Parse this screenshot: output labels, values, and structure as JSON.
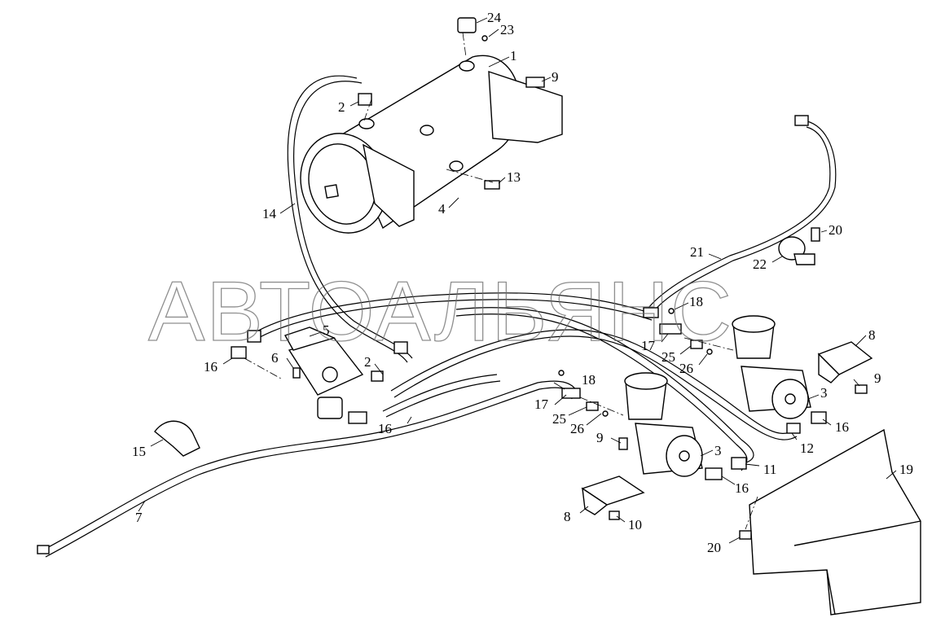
{
  "watermark": "АВТОАЛЬЯНС",
  "callouts": [
    {
      "id": "c24",
      "label": "24"
    },
    {
      "id": "c23",
      "label": "23"
    },
    {
      "id": "c1",
      "label": "1"
    },
    {
      "id": "c9a",
      "label": "9"
    },
    {
      "id": "c2a",
      "label": "2"
    },
    {
      "id": "c13",
      "label": "13"
    },
    {
      "id": "c14",
      "label": "14"
    },
    {
      "id": "c4",
      "label": "4"
    },
    {
      "id": "c20a",
      "label": "20"
    },
    {
      "id": "c21",
      "label": "21"
    },
    {
      "id": "c22",
      "label": "22"
    },
    {
      "id": "c5",
      "label": "5"
    },
    {
      "id": "c18a",
      "label": "18"
    },
    {
      "id": "c6",
      "label": "6"
    },
    {
      "id": "c16a",
      "label": "16"
    },
    {
      "id": "c2b",
      "label": "2"
    },
    {
      "id": "c17a",
      "label": "17"
    },
    {
      "id": "c25a",
      "label": "25"
    },
    {
      "id": "c26a",
      "label": "26"
    },
    {
      "id": "c8a",
      "label": "8"
    },
    {
      "id": "c9b",
      "label": "9"
    },
    {
      "id": "c3a",
      "label": "3"
    },
    {
      "id": "c16b",
      "label": "16"
    },
    {
      "id": "c18b",
      "label": "18"
    },
    {
      "id": "c17b",
      "label": "17"
    },
    {
      "id": "c25b",
      "label": "25"
    },
    {
      "id": "c26b",
      "label": "26"
    },
    {
      "id": "c16c",
      "label": "16"
    },
    {
      "id": "c12",
      "label": "12"
    },
    {
      "id": "c9c",
      "label": "9"
    },
    {
      "id": "c3b",
      "label": "3"
    },
    {
      "id": "c15",
      "label": "15"
    },
    {
      "id": "c11",
      "label": "11"
    },
    {
      "id": "c19",
      "label": "19"
    },
    {
      "id": "c16d",
      "label": "16"
    },
    {
      "id": "c7",
      "label": "7"
    },
    {
      "id": "c8b",
      "label": "8"
    },
    {
      "id": "c10",
      "label": "10"
    },
    {
      "id": "c20b",
      "label": "20"
    }
  ]
}
